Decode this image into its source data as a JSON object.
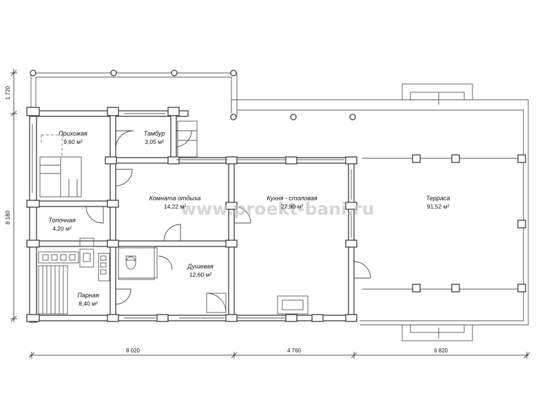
{
  "rooms": {
    "prikhozhaya": {
      "name": "Прихожая",
      "area": "9,60 м²"
    },
    "tambur": {
      "name": "Тамбур",
      "area": "3,05 м²"
    },
    "komnata": {
      "name": "Комната отдыха",
      "area": "14,22 м²"
    },
    "kukhnya": {
      "name": "Кухня - столовая",
      "area": "27,90 м²"
    },
    "terrasa": {
      "name": "Терраса",
      "area": "91,52 м²"
    },
    "topochnaya": {
      "name": "Топочная",
      "area": "4,20 м²"
    },
    "dushevaya": {
      "name": "Душевая",
      "area": "12,60 м²"
    },
    "parnaya": {
      "name": "Парная",
      "area": "8,40 м²"
    }
  },
  "dimensions": {
    "bottom_1": "8 020",
    "bottom_2": "4 760",
    "bottom_3": "6 820",
    "left_top": "1 720",
    "left_main": "8 180"
  },
  "watermark": "www.proekt-bani.ru",
  "colors": {
    "line": "#3a3a3a",
    "watermark": "#c9c9c9",
    "background": "#ffffff"
  }
}
